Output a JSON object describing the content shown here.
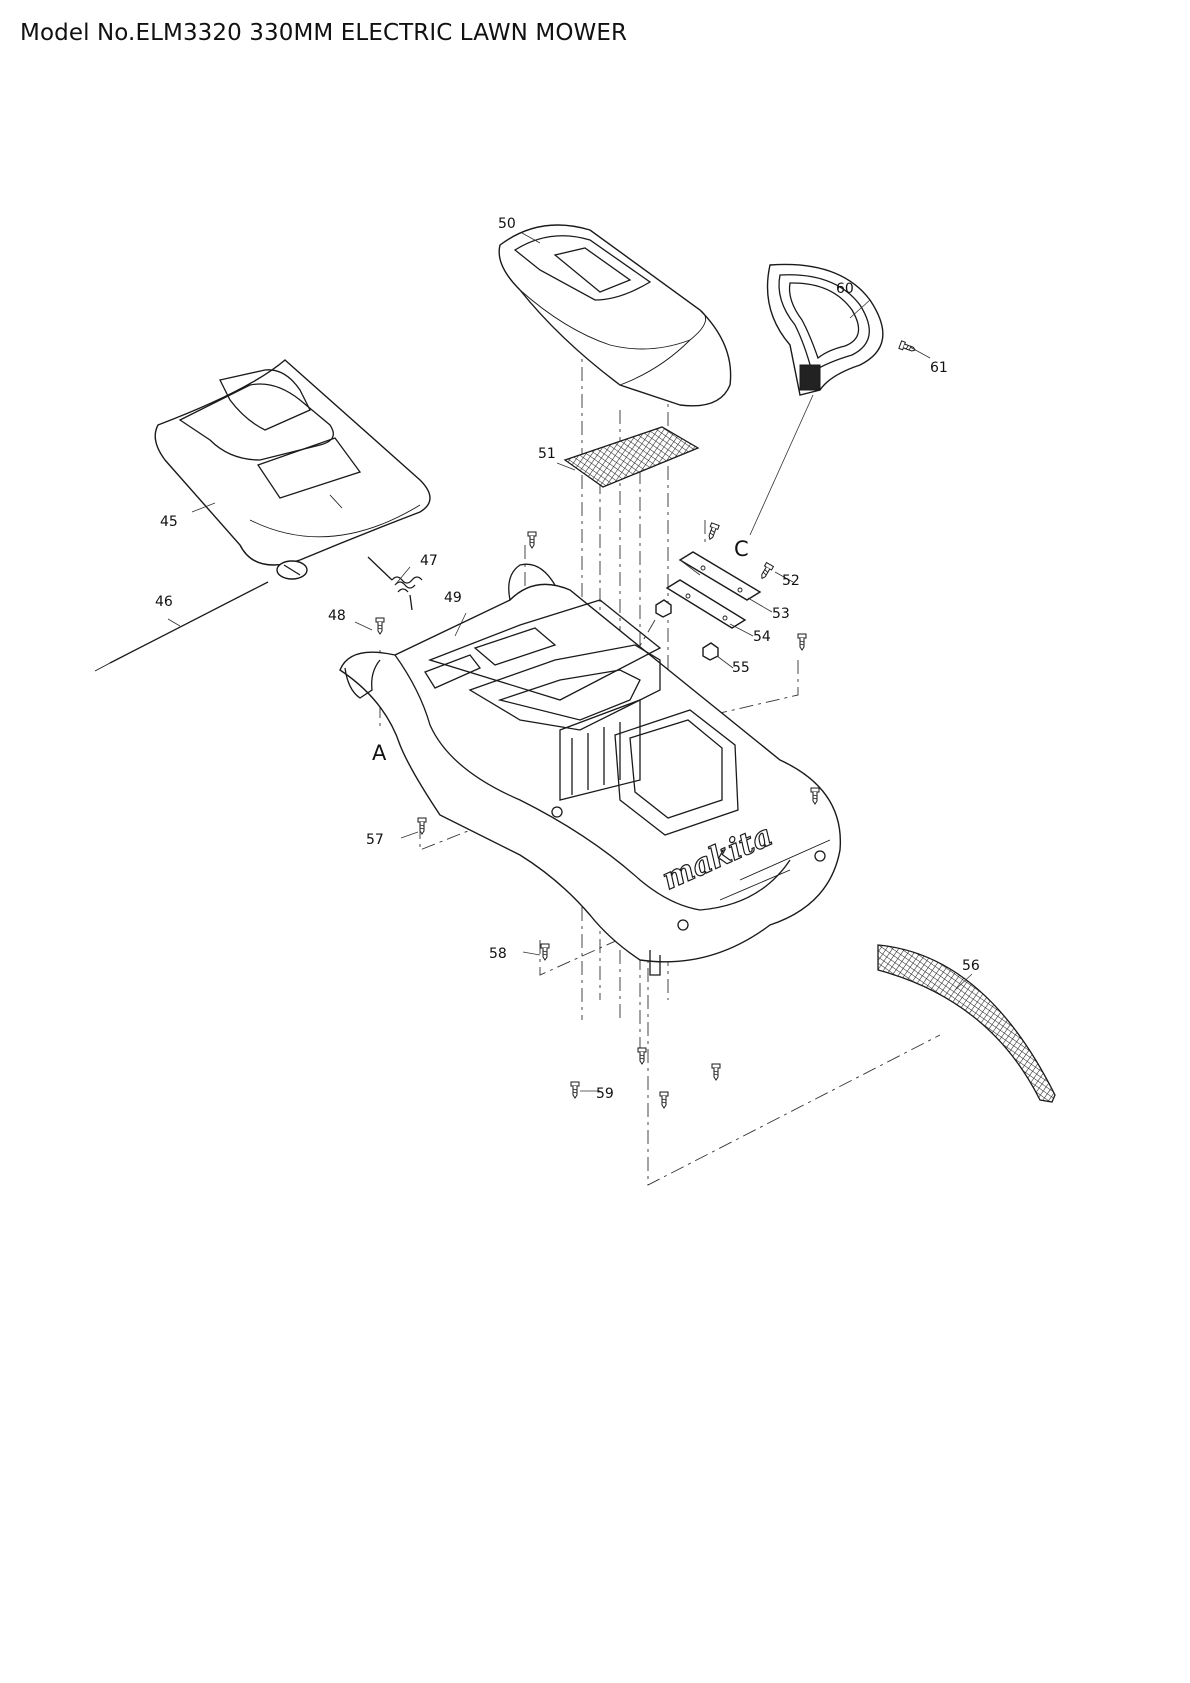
{
  "title": "Model No.ELM3320 330MM ELECTRIC LAWN MOWER",
  "brand_text": "makita",
  "reference_letters": {
    "a": "A",
    "c": "C"
  },
  "parts": {
    "p45": "45",
    "p46": "46",
    "p47": "47",
    "p48": "48",
    "p49": "49",
    "p50": "50",
    "p51": "51",
    "p52": "52",
    "p53": "53",
    "p54": "54",
    "p55": "55",
    "p56": "56",
    "p57": "57",
    "p58": "58",
    "p59": "59",
    "p60": "60",
    "p61": "61"
  }
}
